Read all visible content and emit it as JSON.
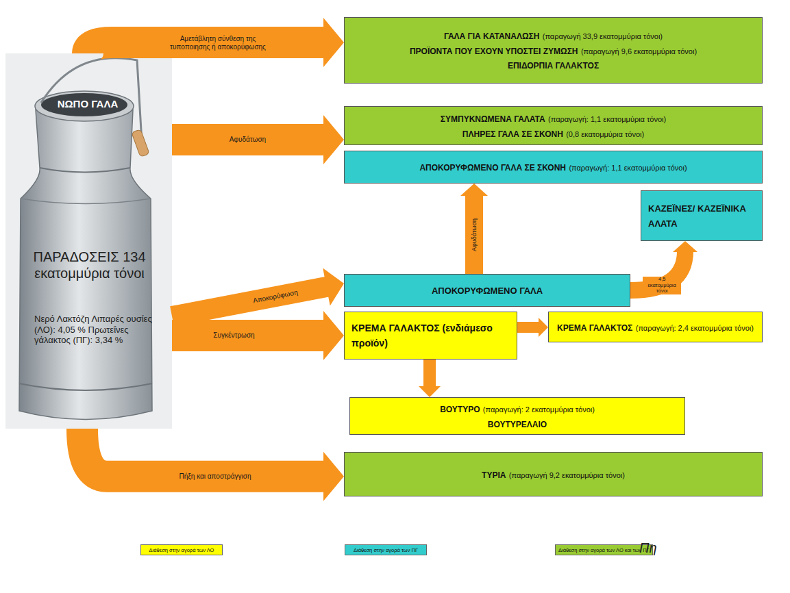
{
  "diagram": {
    "nodes": [
      {
        "text": [
          "ΝΩΠΟ ΓΑΛΑ",
          "ΠΑΡΑΔΟΣΕΙΣ 134 εκατομμύρια τόνοι",
          "Νερό Λακτόζη Λιπαρές ουσίες (ΛΟ): 4,05 % Πρωτεΐνες γάλακτος (ΠΓ): 3,34 %"
        ]
      },
      {
        "text": [
          "ΓΑΛΑ ΓΙΑ ΚΑΤΑΝΑΛΩΣΗ",
          "(παραγωγή 33,9 εκατομμύρια τόνοι)",
          "ΠΡΟΪΟΝΤΑ ΠΟΥ ΕΧΟΥΝ ΥΠΟΣΤΕΙ ΖΥΜΩΣΗ",
          "(παραγωγή 9,6 εκατομμύρια τόνοι)",
          "ΕΠΙΔΟΡΠΙΑ ΓΑΛΑΚΤΟΣ"
        ]
      },
      {
        "text": [
          "ΣΥΜΠΥΚΝΩΜΕΝΑ ΓΑΛΑΤΑ",
          "(παραγωγή: 1,1 εκατομμύρια τόνοι)",
          "ΠΛΗΡΕΣ ΓΑΛΑ ΣΕ ΣΚΟΝΗ",
          "(0,8 εκατομμύρια τόνοι)"
        ]
      },
      {
        "text": [
          "ΑΠΟΚΟΡΥΦΩΜΕΝΟ ΓΑΛΑ ΣΕ ΣΚΟΝΗ",
          "(παραγωγή: 1,1 εκατομμύρια τόνοι)"
        ]
      },
      {
        "text": [
          "ΚΑΖΕΪΝΕΣ/ ΚΑΖΕΪΝΙΚΑ ΑΛΑΤΑ"
        ]
      },
      {
        "text": [
          "ΑΠΟΚΟΡΥΦΩΜΕΝΟ ΓΑΛΑ"
        ]
      },
      {
        "text": [
          "ΚΡΕΜΑ ΓΑΛΑΚΤΟΣ (ενδιάμεσο προϊόν)"
        ]
      },
      {
        "text": [
          "ΚΡΕΜΑ ΓΑΛΑΚΤΟΣ",
          "(παραγωγή: 2,4 εκατομμύρια τόνοι)"
        ]
      },
      {
        "text": [
          "ΒΟΥΤΥΡΟ",
          "(παραγωγή: 2 εκατομμύρια τόνοι)",
          "ΒΟΥΤΥΡΕΛΑΙΟ"
        ]
      },
      {
        "text": [
          "ΤΥΡΙΑ",
          "(παραγωγή 9,2 εκατομμύρια τόνοι)"
        ]
      }
    ],
    "edges": [
      {
        "from": 0,
        "to": 1,
        "arrow": "to",
        "label": "Αμετάβλητη σύνθεση της τυποποιησης ή αποκορύφωσης"
      },
      {
        "from": 0,
        "to": 2,
        "arrow": "to",
        "label": "Αφυδάτωση"
      },
      {
        "from": 0,
        "to": 5,
        "arrow": "to",
        "label": "Αποκορύφωση"
      },
      {
        "from": 5,
        "to": 3,
        "arrow": "to",
        "label": "Αφυδάτωση"
      },
      {
        "from": 5,
        "to": 4,
        "arrow": "to",
        "label": "4,5 εκατομμύρια τόνοι"
      },
      {
        "from": 0,
        "to": 6,
        "arrow": "to",
        "label": "Συγκέντρωση"
      },
      {
        "from": 6,
        "to": 7,
        "arrow": "to"
      },
      {
        "from": 6,
        "to": 8,
        "arrow": "to"
      },
      {
        "from": 0,
        "to": 9,
        "arrow": "to",
        "label": "Πήξη και αποστράγγιση"
      }
    ],
    "labels": [
      "Πη"
    ],
    "legend": [
      {
        "text": "Διάθεση στην αγορά των ΛΟ",
        "color": "#ffff00"
      },
      {
        "text": "Διάθεση στην αγορά των ΠΓ",
        "color": "#33cccc"
      },
      {
        "text": "Διάθεση στην αγορά των ΛΟ και των ΠΓ",
        "color": "#99cc33"
      }
    ]
  }
}
